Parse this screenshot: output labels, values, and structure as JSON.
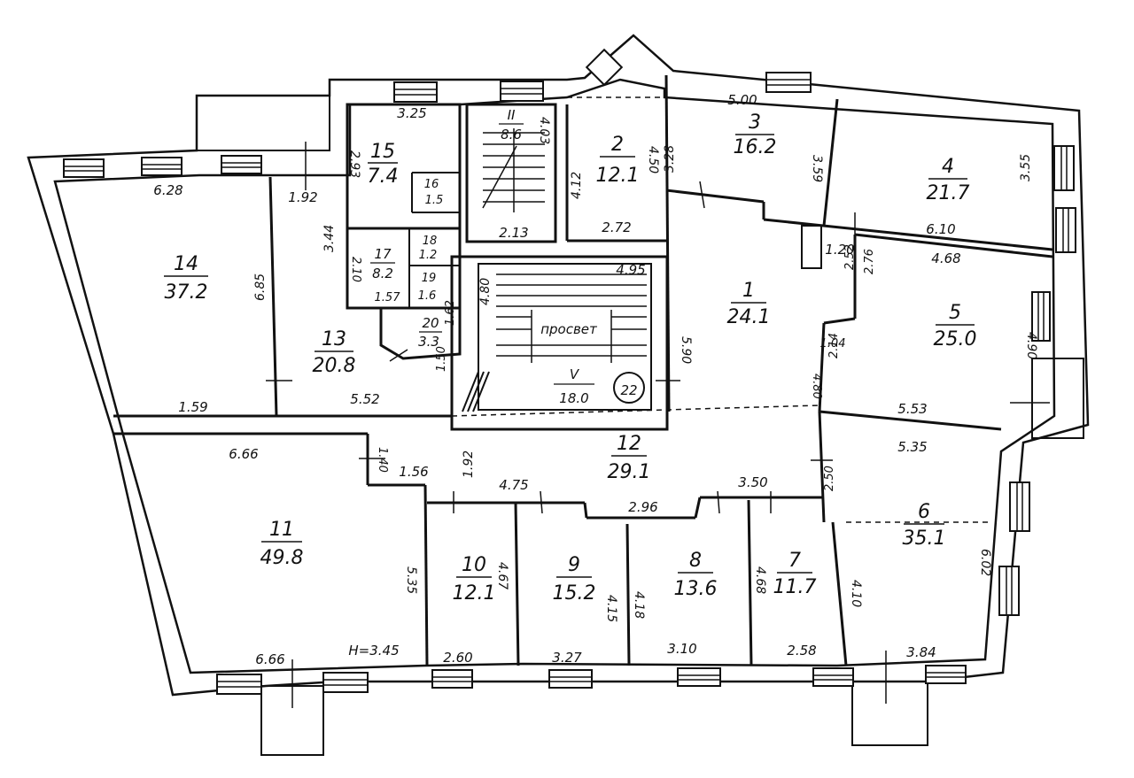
{
  "rooms": [
    {
      "id": "r1",
      "number": "1",
      "area": "24.1"
    },
    {
      "id": "r2",
      "number": "2",
      "area": "12.1"
    },
    {
      "id": "r3",
      "number": "3",
      "area": "16.2"
    },
    {
      "id": "r4",
      "number": "4",
      "area": "21.7"
    },
    {
      "id": "r5",
      "number": "5",
      "area": "25.0"
    },
    {
      "id": "r6",
      "number": "6",
      "area": "35.1"
    },
    {
      "id": "r7",
      "number": "7",
      "area": "11.7"
    },
    {
      "id": "r8",
      "number": "8",
      "area": "13.6"
    },
    {
      "id": "r9",
      "number": "9",
      "area": "15.2"
    },
    {
      "id": "r10",
      "number": "10",
      "area": "12.1"
    },
    {
      "id": "r11",
      "number": "11",
      "area": "49.8"
    },
    {
      "id": "r12",
      "number": "12",
      "area": "29.1"
    },
    {
      "id": "r13",
      "number": "13",
      "area": "20.8"
    },
    {
      "id": "r14",
      "number": "14",
      "area": "37.2"
    },
    {
      "id": "r15",
      "number": "15",
      "area": "7.4"
    },
    {
      "id": "r16",
      "number": "16",
      "area": "1.5"
    },
    {
      "id": "r17",
      "number": "17",
      "area": "8.2"
    },
    {
      "id": "r18",
      "number": "18",
      "area": "1.2"
    },
    {
      "id": "r19",
      "number": "19",
      "area": "1.6"
    },
    {
      "id": "r20",
      "number": "20",
      "area": "3.3"
    },
    {
      "id": "rII",
      "number": "II",
      "area": "8.6"
    },
    {
      "id": "rV",
      "number": "V",
      "area": "18.0"
    }
  ],
  "stair_label": "просвет",
  "unit_number": "22",
  "dimensions": {
    "d_325": "3.25",
    "d_403": "4.03",
    "d_500": "5.00",
    "d_328": "3.28",
    "d_412": "4.12",
    "d_450": "4.50",
    "d_359": "3.59",
    "d_355": "3.55",
    "d_628": "6.28",
    "d_192a": "1.92",
    "d_293": "2.93",
    "d_685": "6.85",
    "d_344": "3.44",
    "d_213": "2.13",
    "d_272": "2.72",
    "d_120": "1.20",
    "d_610": "6.10",
    "d_468": "4.68",
    "d_410a": "2.10",
    "d_157": "1.57",
    "d_480a": "4.80",
    "d_495": "4.95",
    "d_252": "2.52",
    "d_276": "2.76",
    "d_590": "5.90",
    "d_490": "4.90",
    "d_162": "1.62",
    "d_104": "1.04",
    "d_214": "2.14",
    "d_150": "1.50",
    "d_159": "1.59",
    "d_552": "5.52",
    "d_480b": "4.80",
    "d_553": "5.53",
    "d_666a": "6.66",
    "d_140": "1.40",
    "d_156": "1.56",
    "d_192b": "1.92",
    "d_475": "4.75",
    "d_350": "3.50",
    "d_535": "5.35",
    "d_250": "2.50",
    "d_296": "2.96",
    "d_535v": "5.35",
    "d_467": "4.67",
    "d_415": "4.15",
    "d_418": "4.18",
    "d_468b": "4.68",
    "d_410b": "4.10",
    "d_602": "6.02",
    "d_666b": "6.66",
    "d_h345": "H=3.45",
    "d_260": "2.60",
    "d_327": "3.27",
    "d_310": "3.10",
    "d_258": "2.58",
    "d_384": "3.84"
  }
}
